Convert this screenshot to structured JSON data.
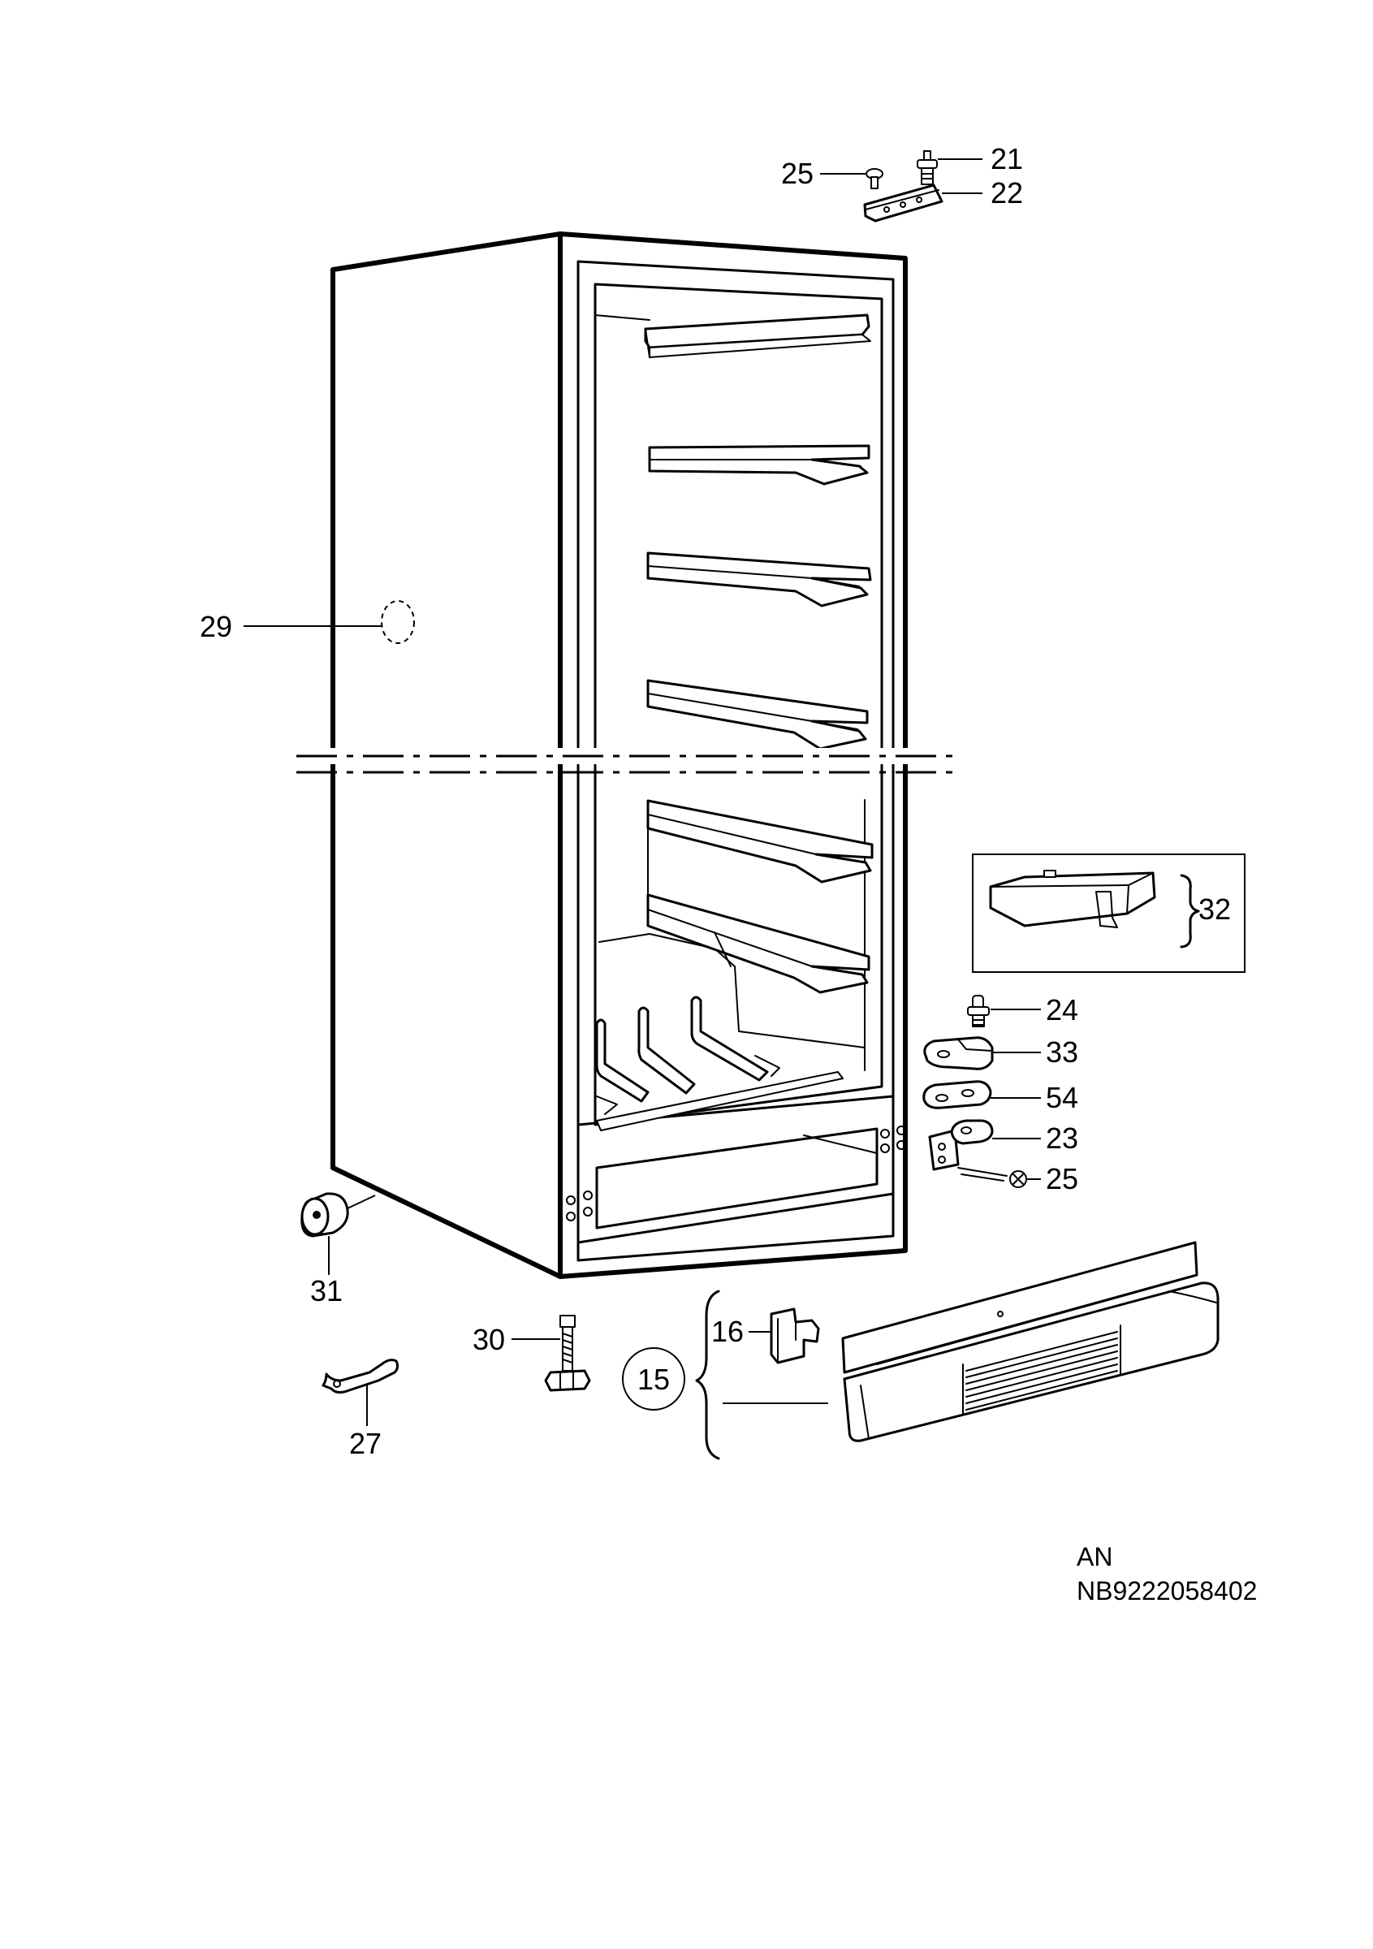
{
  "callouts": {
    "c21": "21",
    "c22": "22",
    "c25_top": "25",
    "c29": "29",
    "c32": "32",
    "c24": "24",
    "c33": "33",
    "c54": "54",
    "c23": "23",
    "c25_bottom": "25",
    "c31": "31",
    "c30": "30",
    "c16": "16",
    "c15": "15",
    "c27": "27"
  },
  "drawing_code": {
    "line1": "AN",
    "line2": "NB9222058402"
  }
}
